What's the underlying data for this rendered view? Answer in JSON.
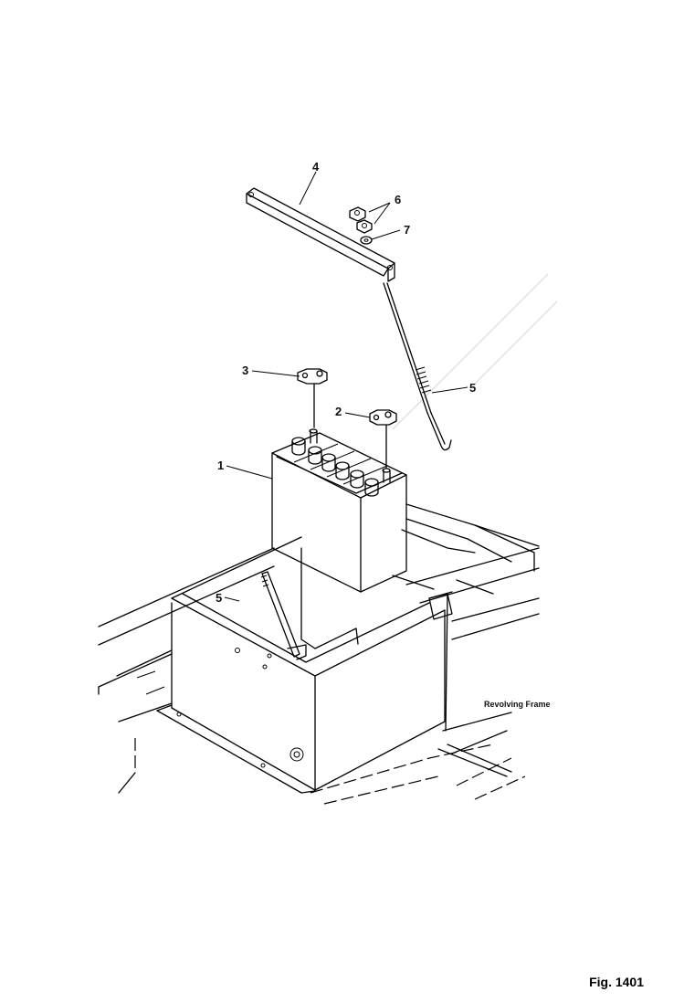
{
  "figure": {
    "caption": "Fig. 1401"
  },
  "labels": {
    "frame": "Revolving Frame",
    "callouts": [
      {
        "id": "battery",
        "text": "1"
      },
      {
        "id": "terminal-2",
        "text": "2"
      },
      {
        "id": "terminal-3",
        "text": "3"
      },
      {
        "id": "hold-down-bar",
        "text": "4"
      },
      {
        "id": "hook-bolt-lower",
        "text": "5"
      },
      {
        "id": "nut",
        "text": "6"
      },
      {
        "id": "washer",
        "text": "7"
      },
      {
        "id": "hook-bolt-upper",
        "text": "5"
      }
    ]
  },
  "colors": {
    "ink": "#000000",
    "paper": "#ffffff"
  }
}
